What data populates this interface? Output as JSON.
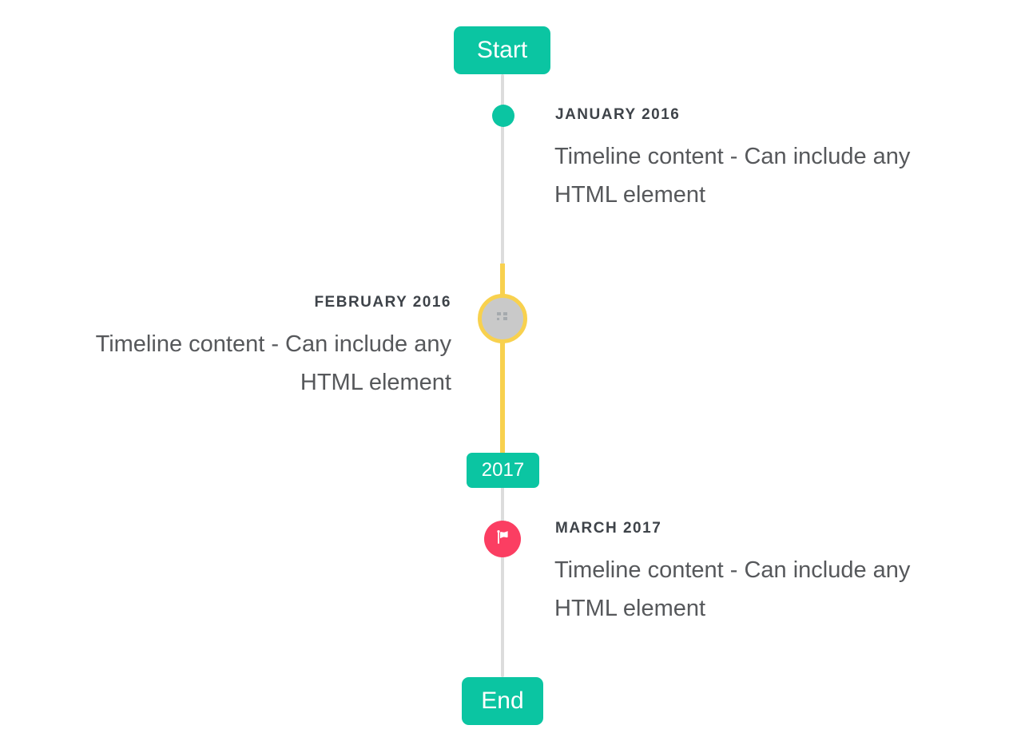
{
  "timeline": {
    "start_label": "Start",
    "period_label": "2017",
    "end_label": "End",
    "events": [
      {
        "title": "JANUARY 2016",
        "content": "Timeline content - Can include any HTML element",
        "side": "right",
        "marker": "dot-icon"
      },
      {
        "title": "FEBRUARY 2016",
        "content": "Timeline content - Can include any HTML element",
        "side": "left",
        "marker": "broken-image-icon",
        "highlighted": true
      },
      {
        "title": "MARCH 2017",
        "content": "Timeline content - Can include any HTML element",
        "side": "right",
        "marker": "flag-icon"
      }
    ],
    "colors": {
      "accent_teal": "#0bc5a2",
      "highlight_yellow": "#f8d14e",
      "marker_red": "#fb3e62",
      "line_gray": "#dcdcdc",
      "placeholder_gray": "#c9c9c9",
      "title_text": "#3e4349",
      "body_text": "#56585b"
    }
  }
}
